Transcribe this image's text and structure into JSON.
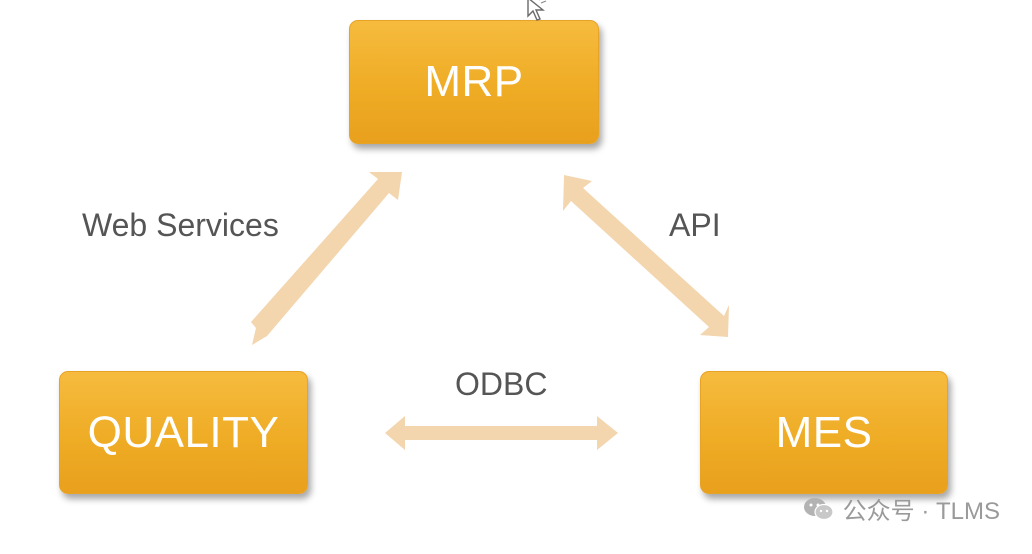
{
  "nodes": {
    "mrp": "MRP",
    "quality": "QUALITY",
    "mes": "MES"
  },
  "edges": {
    "mrp_quality": "Web Services",
    "mrp_mes": "API",
    "quality_mes": "ODBC"
  },
  "watermark": {
    "text": "公众号 · TLMS",
    "icon": "wechat-icon"
  },
  "colors": {
    "node_fill": "#efac25",
    "node_text": "#ffffff",
    "arrow": "#f3d5ae",
    "label": "#555555"
  }
}
